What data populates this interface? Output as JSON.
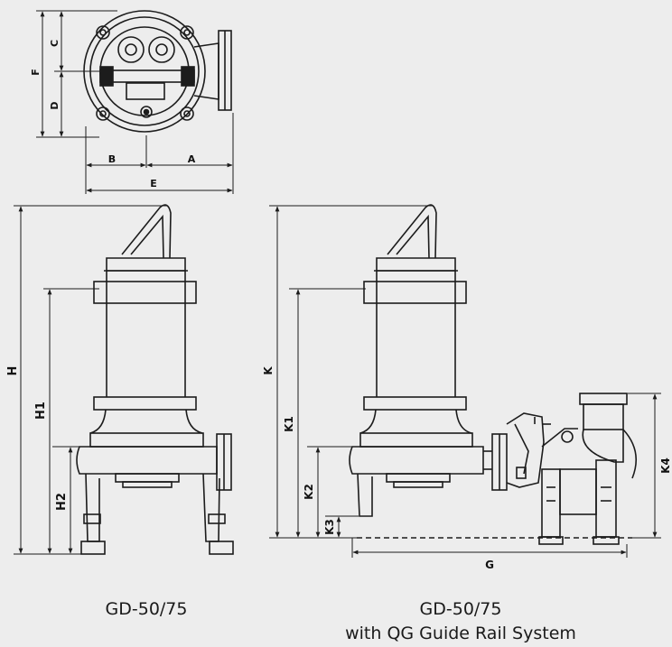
{
  "dimensions": {
    "top_view": [
      "C",
      "D",
      "F",
      "B",
      "A",
      "E"
    ],
    "left_view": [
      "H",
      "H1",
      "H2"
    ],
    "right_view": [
      "K",
      "K1",
      "K2",
      "K3",
      "G",
      "K4"
    ]
  },
  "captions": {
    "left": "GD-50/75",
    "right_line1": "GD-50/75",
    "right_line2": "with QG Guide Rail System"
  },
  "colors": {
    "background": "#ededed",
    "line": "#1c1c1c",
    "text": "#111111"
  }
}
